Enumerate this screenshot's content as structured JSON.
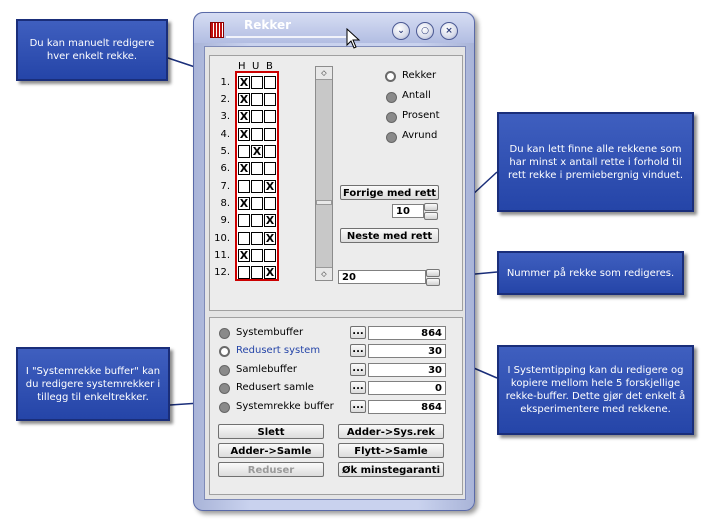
{
  "window": {
    "title": "Rekker",
    "colors": {
      "accent": "#2545a8",
      "grid_border": "#cc0000",
      "title_text": "#ffffff"
    }
  },
  "grid": {
    "headers": [
      "H",
      "U",
      "B"
    ],
    "rows": [
      {
        "num": "1.",
        "marks": [
          "X",
          "",
          ""
        ]
      },
      {
        "num": "2.",
        "marks": [
          "X",
          "",
          ""
        ]
      },
      {
        "num": "3.",
        "marks": [
          "X",
          "",
          ""
        ]
      },
      {
        "num": "4.",
        "marks": [
          "X",
          "",
          ""
        ]
      },
      {
        "num": "5.",
        "marks": [
          "",
          "X",
          ""
        ]
      },
      {
        "num": "6.",
        "marks": [
          "X",
          "",
          ""
        ]
      },
      {
        "num": "7.",
        "marks": [
          "",
          "",
          "X"
        ]
      },
      {
        "num": "8.",
        "marks": [
          "X",
          "",
          ""
        ]
      },
      {
        "num": "9.",
        "marks": [
          "",
          "",
          "X"
        ]
      },
      {
        "num": "10.",
        "marks": [
          "",
          "",
          "X"
        ]
      },
      {
        "num": "11.",
        "marks": [
          "X",
          "",
          ""
        ]
      },
      {
        "num": "12.",
        "marks": [
          "",
          "",
          "X"
        ]
      }
    ]
  },
  "options": [
    {
      "label": "Rekker",
      "selected": true
    },
    {
      "label": "Antall",
      "selected": false
    },
    {
      "label": "Prosent",
      "selected": false
    },
    {
      "label": "Avrund",
      "selected": false
    }
  ],
  "nav": {
    "prev_label": "Forrige med rett",
    "count_value": "10",
    "next_label": "Neste med rett",
    "row_value": "20"
  },
  "buffers": [
    {
      "label": "Systembuffer",
      "value": "864",
      "selected": false,
      "highlight": false
    },
    {
      "label": "Redusert system",
      "value": "30",
      "selected": true,
      "highlight": true
    },
    {
      "label": "Samlebuffer",
      "value": "30",
      "selected": false,
      "highlight": false
    },
    {
      "label": "Redusert samle",
      "value": "0",
      "selected": false,
      "highlight": false
    },
    {
      "label": "Systemrekke buffer",
      "value": "864",
      "selected": false,
      "highlight": false
    }
  ],
  "buffer_button_label": "...",
  "actions": {
    "slett": "Slett",
    "adder_sys": "Adder->Sys.rek",
    "adder_samle": "Adder->Samle",
    "flytt_samle": "Flytt->Samle",
    "reduser": "Reduser",
    "ok_minstegaranti": "Øk minstegaranti"
  },
  "callouts": {
    "manual": "Du kan manuelt redigere hver enkelt rekke.",
    "find_rows": "Du kan lett finne alle rekkene som har minst x antall rette i forhold til rett rekke i premiebergnig vinduet.",
    "row_number": "Nummer på rekke som redigeres.",
    "systemtipping": "I Systemtipping kan du redigere og kopiere mellom hele 5 forskjellige rekke-buffer. Dette gjør det enkelt å eksperimentere med rekkene.",
    "systemrekke": "I \"Systemrekke buffer\" kan du redigere systemrekker i tillegg til enkeltrekker."
  }
}
